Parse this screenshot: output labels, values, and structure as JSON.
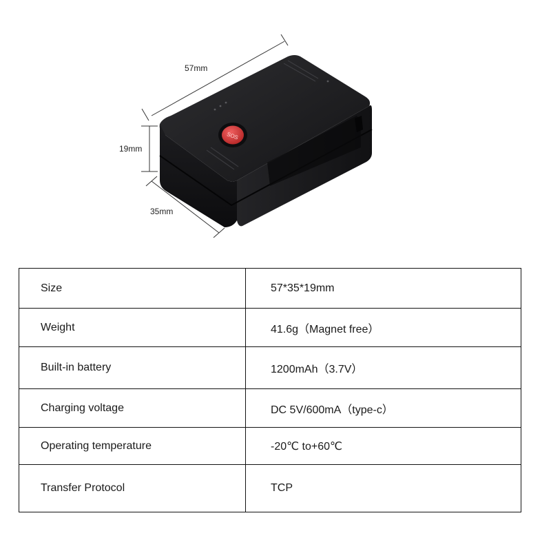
{
  "dimensions": {
    "length": "57mm",
    "height": "19mm",
    "width": "35mm"
  },
  "device": {
    "button_text": "SOS",
    "body_color": "#1c1c1e",
    "button_color": "#d63a3a"
  },
  "specs": [
    {
      "label": "Size",
      "value": "57*35*19mm"
    },
    {
      "label": "Weight",
      "value": "41.6g（Magnet free）"
    },
    {
      "label": "Built-in battery",
      "value": "1200mAh（3.7V）"
    },
    {
      "label": "Charging voltage",
      "value": "DC 5V/600mA（type-c）"
    },
    {
      "label": "Operating temperature",
      "value": "-20℃ to+60℃"
    },
    {
      "label": "Transfer Protocol",
      "value": "TCP"
    }
  ]
}
